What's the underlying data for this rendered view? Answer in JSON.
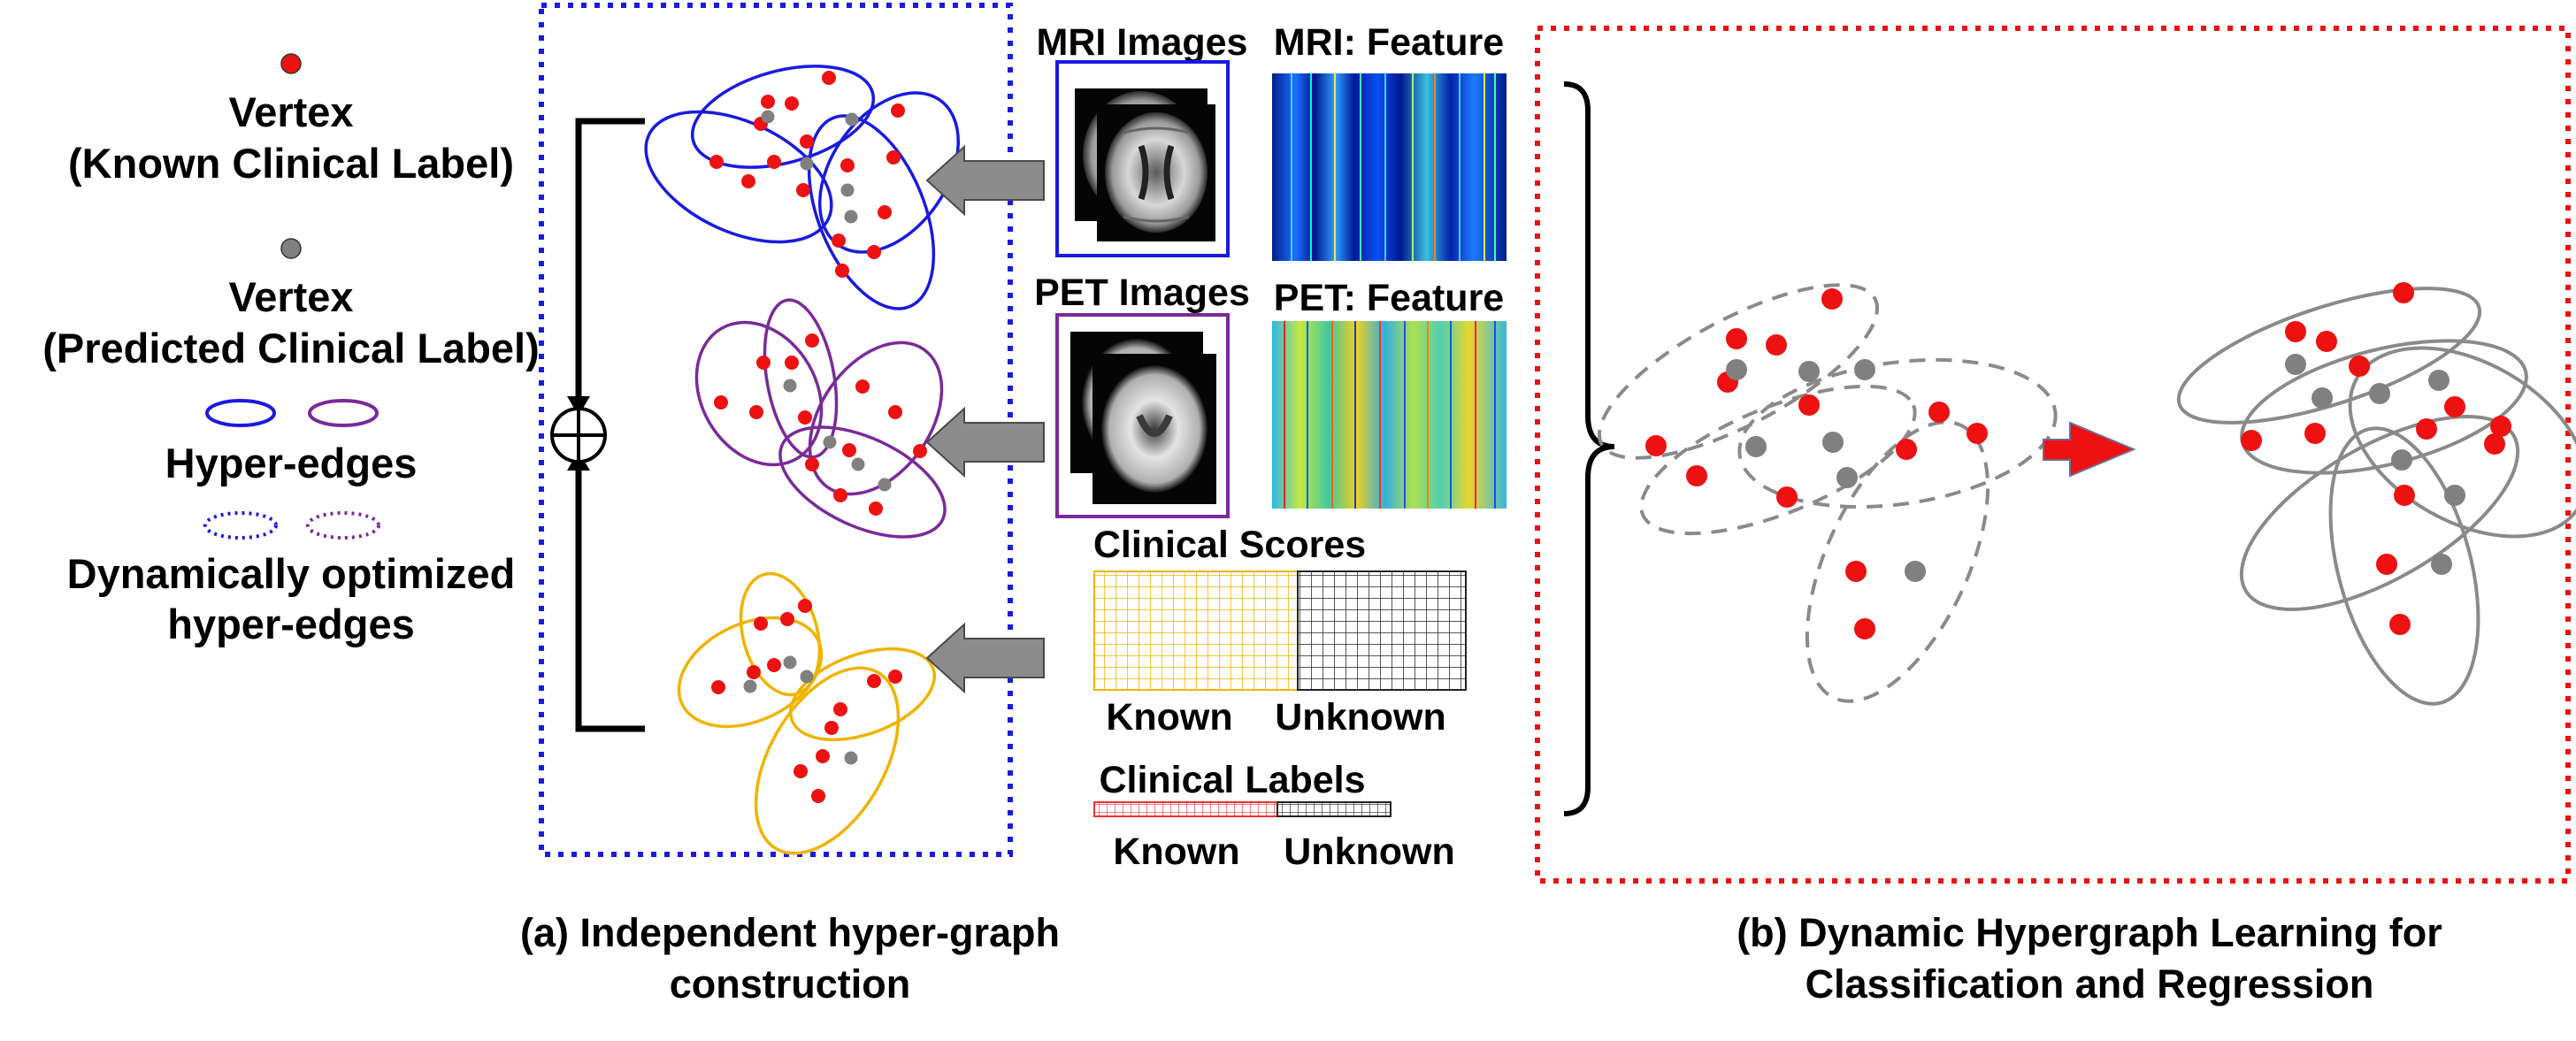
{
  "legend": {
    "vertex_known": "Vertex",
    "vertex_known_sub": "(Known Clinical Label)",
    "vertex_predicted": "Vertex",
    "vertex_predicted_sub": "(Predicted Clinical Label)",
    "hyperedges": "Hyper-edges",
    "dynamic_line1": "Dynamically optimized",
    "dynamic_line2": "hyper-edges"
  },
  "modalities": {
    "mri_images": "MRI Images",
    "mri_feature": "MRI: Feature",
    "pet_images": "PET Images",
    "pet_feature": "PET: Feature",
    "clinical_scores": "Clinical Scores",
    "scores_known": "Known",
    "scores_unknown": "Unknown",
    "clinical_labels": "Clinical Labels",
    "labels_known": "Known",
    "labels_unknown": "Unknown"
  },
  "captions": {
    "a_line1": "(a) Independent hyper-graph",
    "a_line2": "construction",
    "b_line1": "(b) Dynamic Hypergraph Learning for",
    "b_line2": "Classification and Regression"
  },
  "colors": {
    "vertex_known": "#ee1111",
    "vertex_predicted": "#808080",
    "mri_edge": "#1a1ae0",
    "pet_edge": "#7a2a9a",
    "clinical_edge": "#f0b400",
    "box_a": "#1a1ae0",
    "box_b": "#ee1111",
    "hypergraph_grey": "#8a8a8a",
    "arrow_grey": "#8c8c8c"
  }
}
